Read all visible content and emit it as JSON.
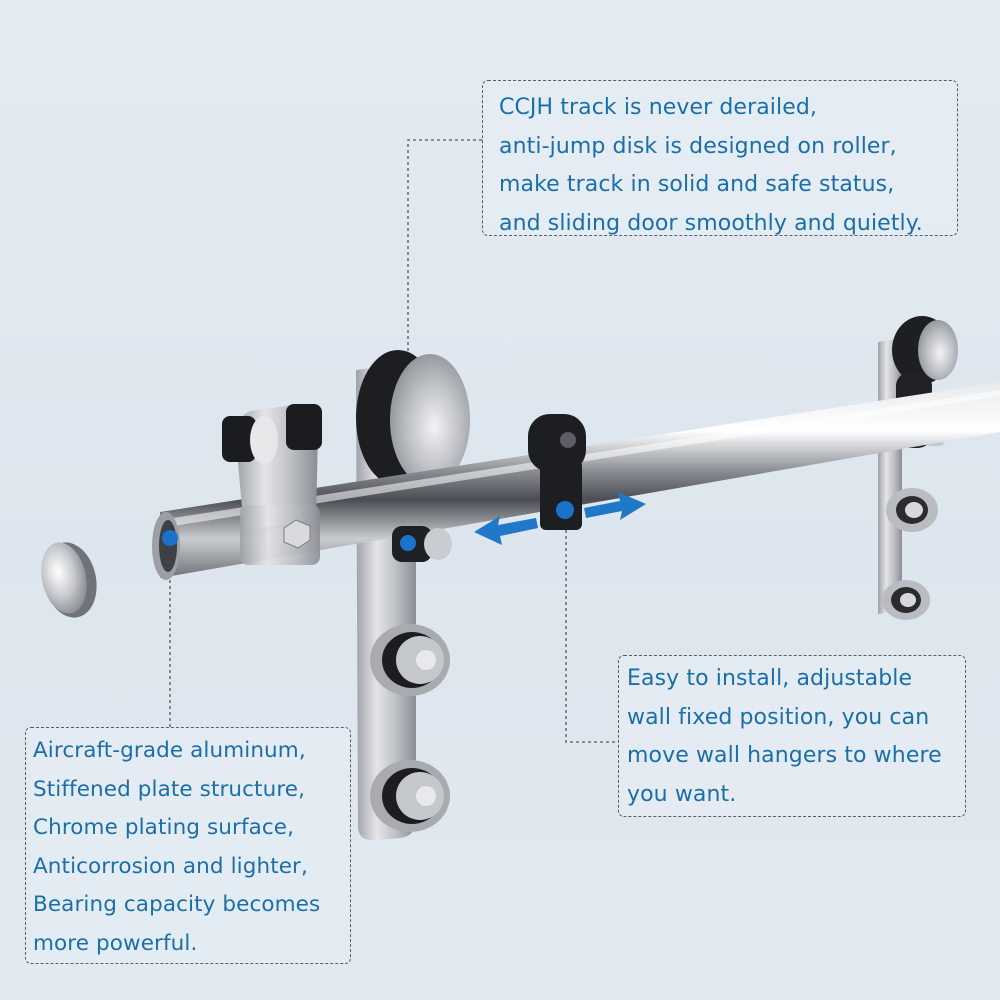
{
  "callouts": {
    "top": {
      "lines": [
        "CCJH track is never derailed,",
        "anti-jump disk is designed on roller,",
        "make track in solid and safe status,",
        "and sliding door smoothly and quietly."
      ]
    },
    "right": {
      "lines": [
        "Easy to install, adjustable",
        "wall fixed position, you can",
        "move wall hangers to where",
        "you want."
      ]
    },
    "left": {
      "lines": [
        "Aircraft-grade aluminum,",
        "Stiffened plate structure,",
        "Chrome plating surface,",
        "Anticorrosion and lighter,",
        "Bearing capacity becomes",
        "more powerful."
      ]
    }
  },
  "colors": {
    "text": "#1a6fa8",
    "marker": "#1a73c8",
    "arrow": "#1f78c8",
    "background": "#e1e8f0"
  }
}
